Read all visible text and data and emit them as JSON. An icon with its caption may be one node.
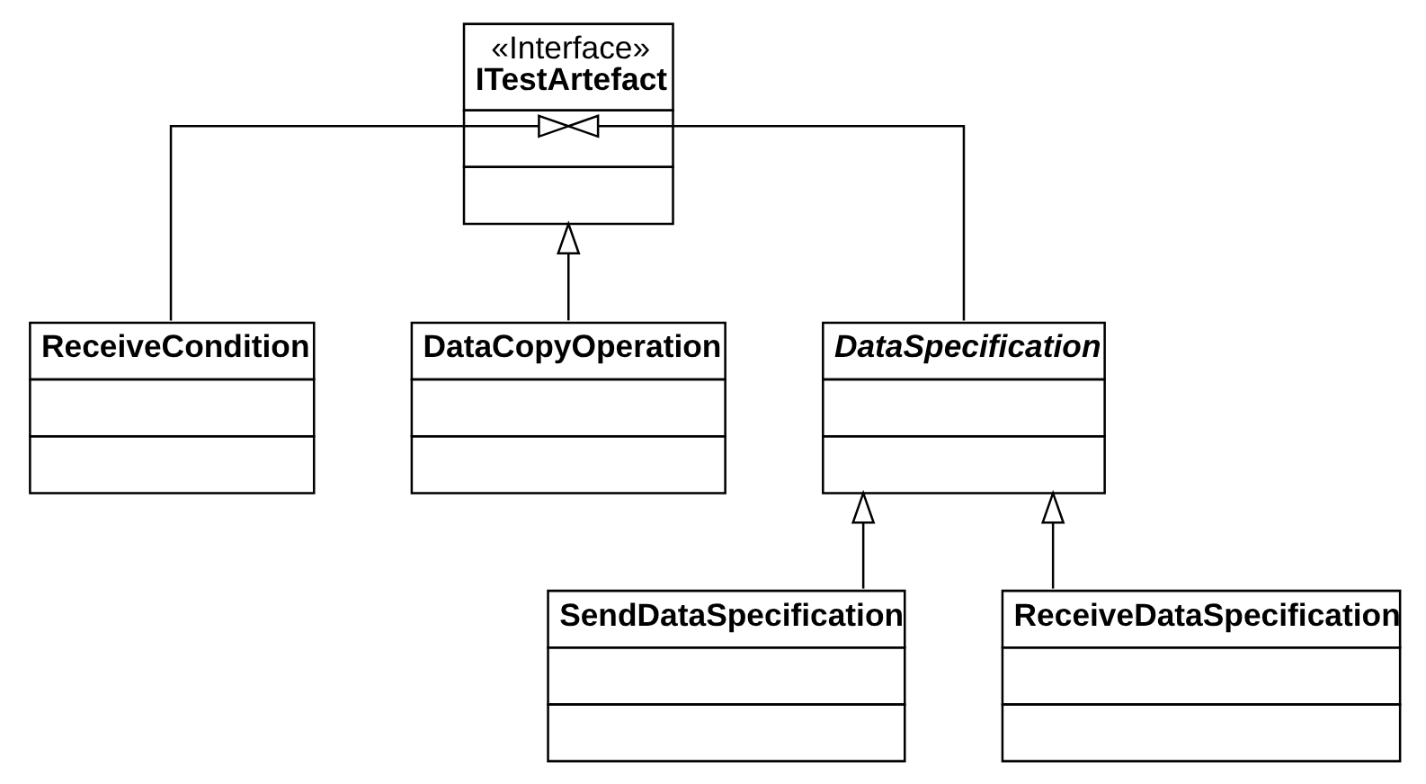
{
  "diagram": {
    "nodes": [
      {
        "text": [
          "«Interface»",
          "ITestArtefact"
        ]
      },
      {
        "text": [
          "ReceiveCondition"
        ]
      },
      {
        "text": [
          "DataCopyOperation"
        ]
      },
      {
        "text": [
          "DataSpecification"
        ]
      },
      {
        "text": [
          "SendDataSpecification"
        ]
      },
      {
        "text": [
          "ReceiveDataSpecification"
        ]
      }
    ],
    "edges": [
      {
        "from": 1,
        "to": 0,
        "arrow": "to"
      },
      {
        "from": 2,
        "to": 0,
        "arrow": "to"
      },
      {
        "from": 3,
        "to": 0,
        "arrow": "to"
      },
      {
        "from": 4,
        "to": 3,
        "arrow": "to"
      },
      {
        "from": 5,
        "to": 3,
        "arrow": "to"
      }
    ]
  }
}
